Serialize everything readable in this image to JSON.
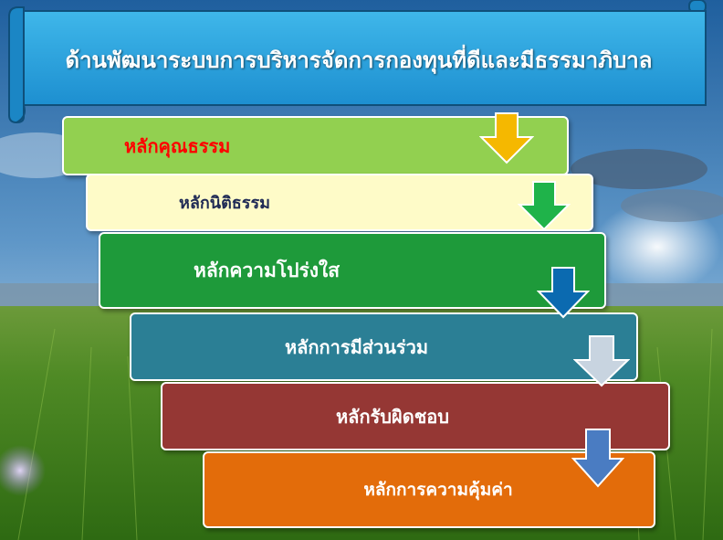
{
  "title": "ด้านพัฒนาระบบการบริหารจัดการกองทุนที่ดีและมีธรรมาภิบาล",
  "principles": [
    {
      "label": "หลักคุณธรรม",
      "fill": "#92d050",
      "text_color": "#ff0000",
      "arrow_color": "#f5b800"
    },
    {
      "label": "หลักนิติธรรม",
      "fill": "#fefbc8",
      "text_color": "#1f2a55",
      "arrow_color": "#1fb34a"
    },
    {
      "label": "หลักความโปร่งใส",
      "fill": "#1e9a3a",
      "text_color": "#ffffff",
      "arrow_color": "#0b6ab0"
    },
    {
      "label": "หลักการมีส่วนร่วม",
      "fill": "#2b7f95",
      "text_color": "#ffffff",
      "arrow_color": "#c8d4e0"
    },
    {
      "label": "หลักรับผิดชอบ",
      "fill": "#953734",
      "text_color": "#ffffff",
      "arrow_color": "#4a7cc2"
    },
    {
      "label": "หลักการความคุ้มค่า",
      "fill": "#e36c0a",
      "text_color": "#ffffff"
    }
  ]
}
